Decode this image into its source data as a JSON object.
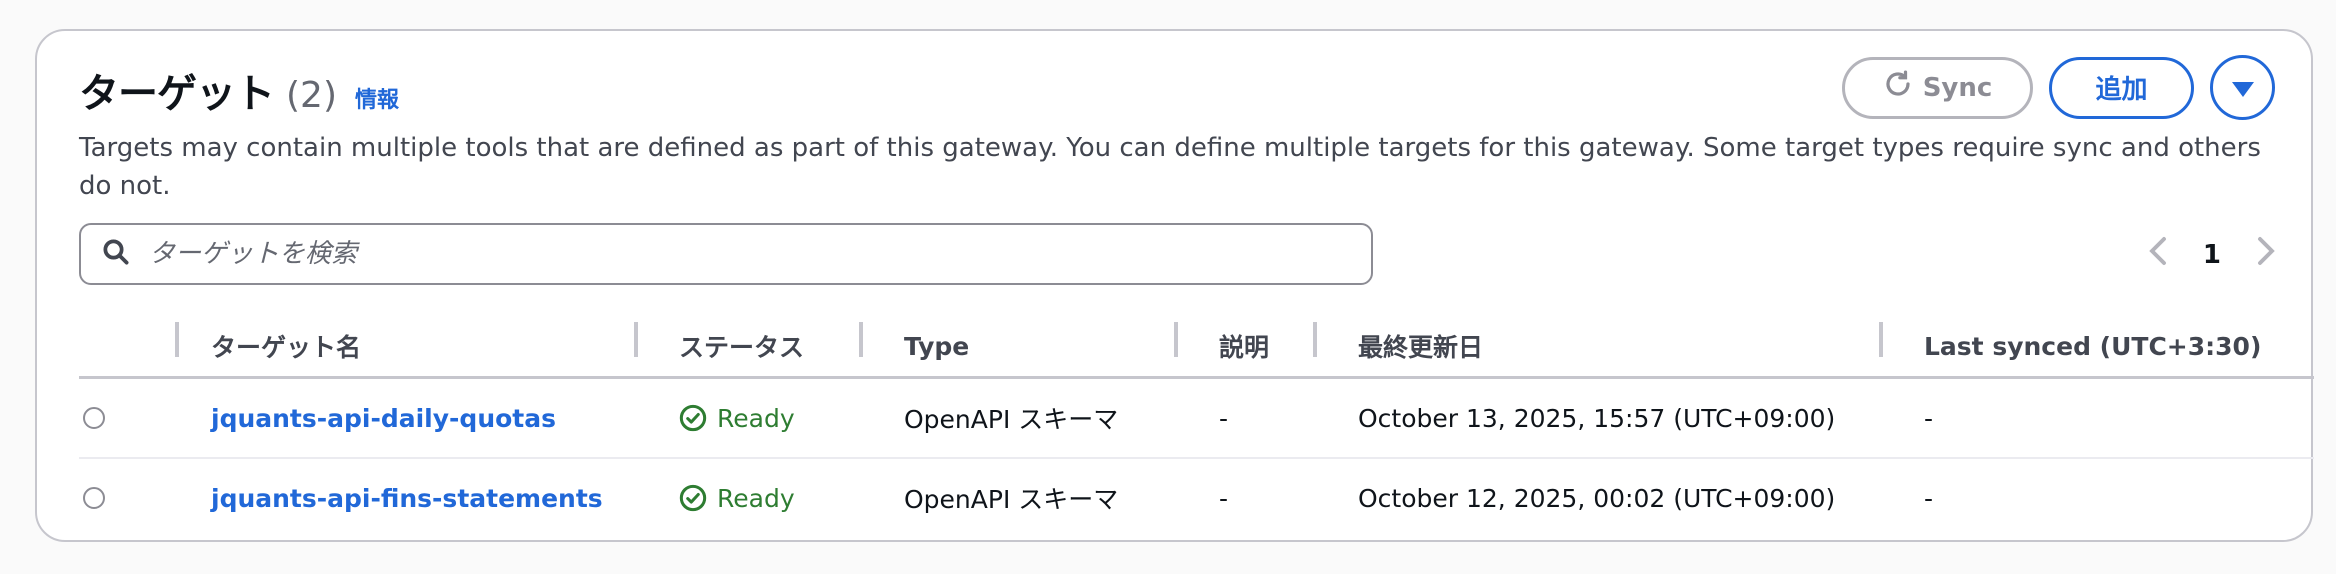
{
  "header": {
    "title": "ターゲット",
    "count": "(2)",
    "info_link": "情報",
    "description": "Targets may contain multiple tools that are defined as part of this gateway. You can define multiple targets for this gateway. Some target types require sync and others do not."
  },
  "actions": {
    "sync_label": "Sync",
    "add_label": "追加"
  },
  "search": {
    "placeholder": "ターゲットを検索",
    "value": ""
  },
  "pagination": {
    "current_page": "1"
  },
  "table": {
    "columns": [
      "ターゲット名",
      "ステータス",
      "Type",
      "説明",
      "最終更新日",
      "Last synced (UTC+3:30)"
    ],
    "rows": [
      {
        "name": "jquants-api-daily-quotas",
        "status": "Ready",
        "type": "OpenAPI スキーマ",
        "description": "-",
        "last_updated": "October 13, 2025, 15:57 (UTC+09:00)",
        "last_synced": "-"
      },
      {
        "name": "jquants-api-fins-statements",
        "status": "Ready",
        "type": "OpenAPI スキーマ",
        "description": "-",
        "last_updated": "October 12, 2025, 00:02 (UTC+09:00)",
        "last_synced": "-"
      }
    ]
  },
  "colors": {
    "accent": "#2168d8",
    "status_ready": "#2e7d32",
    "border": "#c6c6cd"
  },
  "icons": {
    "sync": "refresh-icon",
    "dropdown": "caret-down-icon",
    "search": "search-icon",
    "status": "check-circle-icon",
    "prev": "chevron-left-icon",
    "next": "chevron-right-icon"
  }
}
